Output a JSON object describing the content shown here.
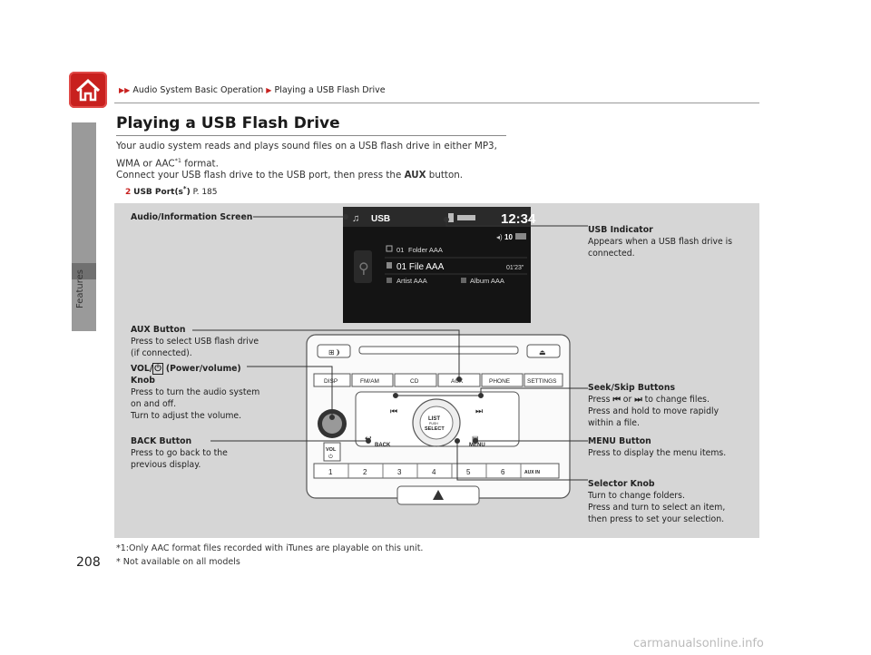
{
  "page": {
    "number": "208",
    "section": "Features",
    "breadcrumb": [
      "Audio System Basic Operation",
      "Playing a USB Flash Drive"
    ],
    "title": "Playing a USB Flash Drive"
  },
  "intro": {
    "line1": "Your audio system reads and plays sound files on a USB flash drive in either MP3,",
    "line2": "WMA or AAC",
    "line2_sup": "*1",
    "line2_end": " format.",
    "line3": "Connect your USB flash drive to the USB port, then press the ",
    "line3_bold": "AUX",
    "line3_end": " button.",
    "ref_label": "USB Port(s",
    "ref_star": "*",
    "ref_close": ")",
    "ref_page": " P. 185"
  },
  "screen": {
    "source": "USB",
    "time": "12:34",
    "volume": "10",
    "folder_num": "01",
    "folder": "Folder AAA",
    "file": "01 File AAA",
    "elapsed": "01'23\"",
    "artist": "Artist AAA",
    "album": "Album AAA"
  },
  "panel": {
    "buttons_top": [
      "DISP",
      "FM/AM",
      "CD",
      "AUX",
      "PHONE",
      "SETTINGS"
    ],
    "knob_label1": "LIST",
    "knob_label2": "PUSH",
    "knob_label3": "SELECT",
    "back": "BACK",
    "menu": "MENU",
    "vol": "VOL",
    "presets": [
      "1",
      "2",
      "3",
      "4",
      "5",
      "6"
    ],
    "aux_in": "AUX IN"
  },
  "callouts": {
    "audio_screen": "Audio/Information Screen",
    "usb_indicator_title": "USB Indicator",
    "usb_indicator_1": "Appears when a USB flash drive is",
    "usb_indicator_2": "connected.",
    "aux_title": "AUX Button",
    "aux_1": "Press to select USB flash drive",
    "aux_2": "(if connected).",
    "vol_title_a": "VOL/",
    "vol_title_b": " (Power/volume)",
    "vol_title_c": "Knob",
    "vol_1": "Press to turn the audio system",
    "vol_2": "on and off.",
    "vol_3": "Turn to adjust the volume.",
    "seek_title": "Seek/Skip Buttons",
    "seek_1a": "Press ",
    "seek_1b": " or ",
    "seek_1c": " to change files.",
    "seek_2": "Press and hold to move rapidly",
    "seek_3": "within a file.",
    "back_title": "BACK Button",
    "back_1": "Press to go back to the",
    "back_2": "previous display.",
    "menu_title": "MENU Button",
    "menu_1": "Press to display the menu items.",
    "selector_title": "Selector Knob",
    "selector_1": "Turn to change folders.",
    "selector_2": "Press and turn to select an item,",
    "selector_3": "then press to set your selection."
  },
  "footnotes": {
    "aac": "*1:Only AAC format files recorded with iTunes are playable on this unit.",
    "avail": "* Not available on all models"
  },
  "watermark": "carmanualsonline.info"
}
